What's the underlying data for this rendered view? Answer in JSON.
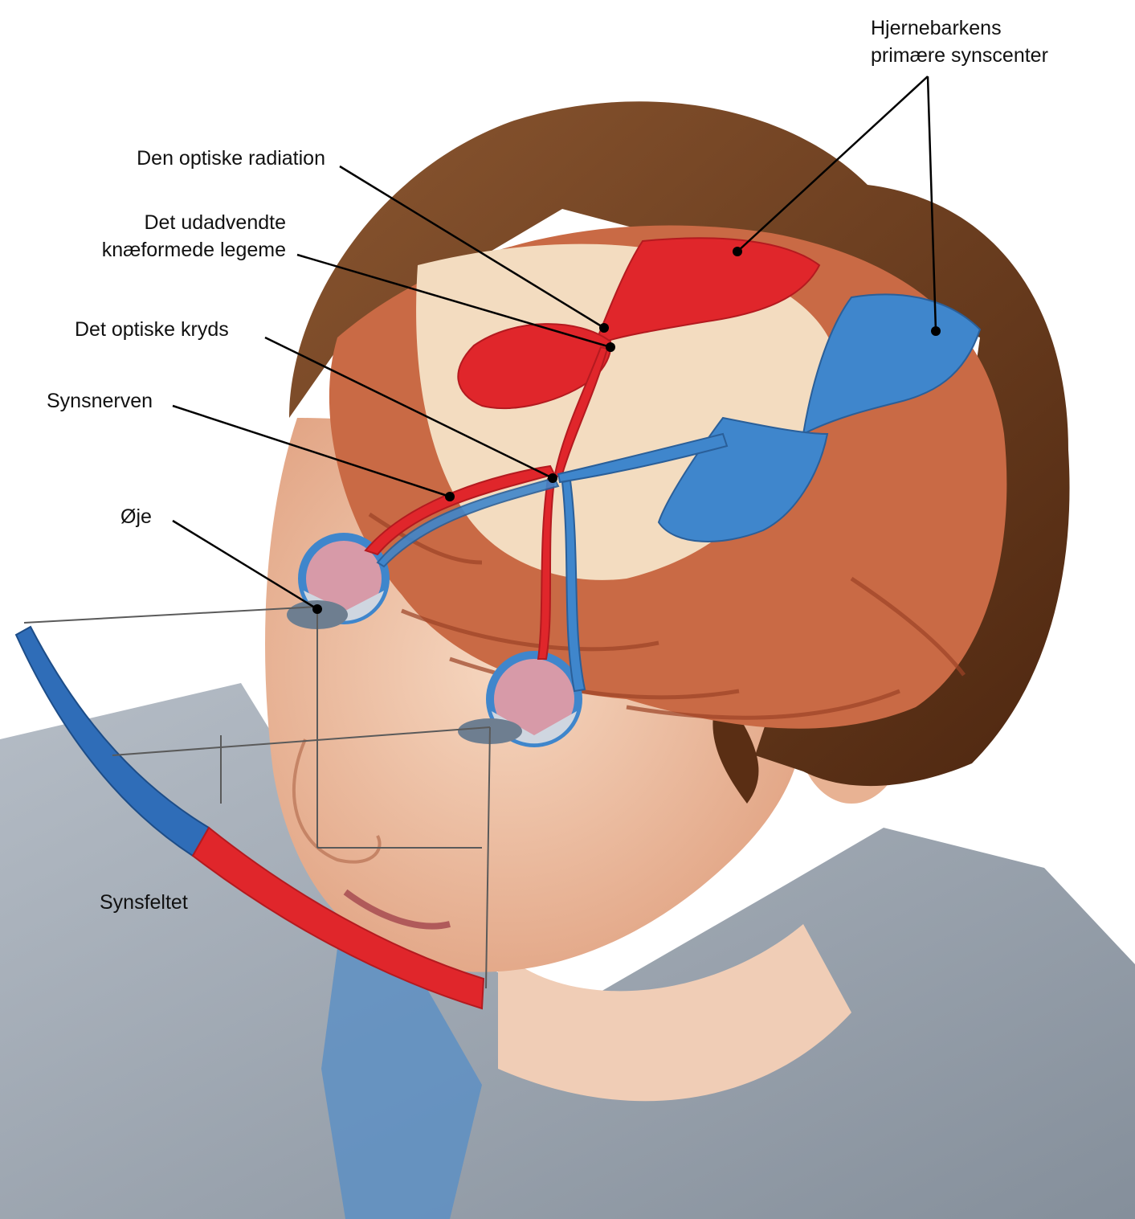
{
  "labels": {
    "cortex_line1": "Hjernebarkens",
    "cortex_line2": "primære synscenter",
    "radiation": "Den optiske radiation",
    "lgn_line1": "Det udadvendte",
    "lgn_line2": "knæformede legeme",
    "chiasm": "Det optiske kryds",
    "nerve": "Synsnerven",
    "eye": "Øje",
    "field": "Synsfeltet"
  },
  "colors": {
    "left_pathway": "#e0262b",
    "right_pathway": "#3f86cc",
    "hair": "#6e3b1c",
    "skin": "#efc1a2",
    "brain": "#c96a45",
    "jacket": "#8d98a6",
    "shirt": "#5a8fc4",
    "leader_line": "#000000"
  }
}
